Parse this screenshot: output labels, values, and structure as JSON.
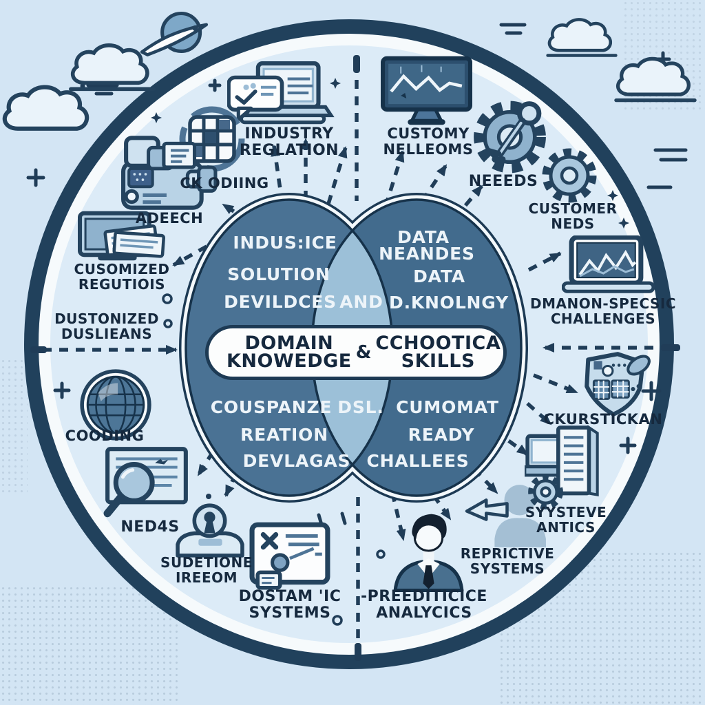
{
  "banner": {
    "left_line1": "DOMAIN",
    "left_line2": "KNOWEDGE",
    "ampersand": "&",
    "right_line1": "CCHOOTICA",
    "right_line2": "SKILLS"
  },
  "venn": {
    "left_top": [
      "INDUS:ICE",
      "SOLUTION",
      "DEVILDCES"
    ],
    "overlap_top": "AND",
    "right_top": [
      "DATA",
      "NEANDES",
      "DATA",
      "D.KNOLNGY"
    ],
    "left_bottom": [
      "COUSPANZE",
      "REATION",
      "DEVLAGAS"
    ],
    "overlap_bottom": "DSL.",
    "right_bottom": [
      "CUMOMAT",
      "READY",
      "CHALLEES"
    ]
  },
  "labels": {
    "industry_reglation": [
      "INDUSTRY",
      "REGLATION"
    ],
    "ck_odiing": "CK ODIING",
    "adeech": "ADEECH",
    "cusomized_regutiois": [
      "CUSOMIZED",
      "REGUTIOIS"
    ],
    "dustonized_duslieans": [
      "DUSTONIZED",
      "DUSLIEANS"
    ],
    "cooding": "COODING",
    "nedas": "NED4S",
    "sudetione_ireeom": [
      "SUDETIONE",
      "IREEOM"
    ],
    "dostamic_systems": [
      "DOSTAM 'IC",
      "SYSTEMS"
    ],
    "preeditice_analycics": [
      "-PREEDITICICE",
      "ANALYCICS"
    ],
    "repricitve_systems": [
      "REPRICTIVE",
      "SYSTEMS"
    ],
    "syysteve_antics": [
      "SYYSTEVE",
      "ANTICS"
    ],
    "ckurstickan": "CKURSTICKAN",
    "dmanon_specsic": [
      "DMANON-SPECSIC",
      "CHALLENGES"
    ],
    "customer_neds": [
      "CUSTOMER",
      "NEDS"
    ],
    "neeeds": "NEEEDS",
    "customy_nelleoms": [
      "CUSTOMY",
      "NELLEOMS"
    ]
  },
  "icons": {
    "cloud": "cloud-icon",
    "rocket_planet": "rocket-planet-icon",
    "laptop_chat": "laptop-chat-icon",
    "qr_grid": "qr-grid-icon",
    "modular_blocks": "modular-blocks-icon",
    "monitor_documents": "monitor-documents-icon",
    "globe": "globe-icon",
    "document_magnifier": "document-magnifier-icon",
    "keyhole_person": "keyhole-person-icon",
    "whiteboard": "whiteboard-icon",
    "businessman": "businessman-icon",
    "silhouette_arrow": "silhouette-arrow-icon",
    "building_gear": "building-gear-icon",
    "shield_badge": "shield-badge-icon",
    "laptop_mountain": "laptop-mountain-chart-icon",
    "gear": "gear-icon",
    "gear_key": "gear-key-icon",
    "monitor_linechart": "monitor-linechart-icon"
  },
  "colors": {
    "background": "#d3e5f4",
    "ring": "#21415c",
    "ring_interior": "#dcebf7",
    "venn_fill": "#4a7294",
    "venn_overlap": "#9cc0d8",
    "banner_bg": "#fcfdfd",
    "text_dark": "#16293e",
    "text_light": "#edf4f9",
    "arrow": "#203d58"
  }
}
